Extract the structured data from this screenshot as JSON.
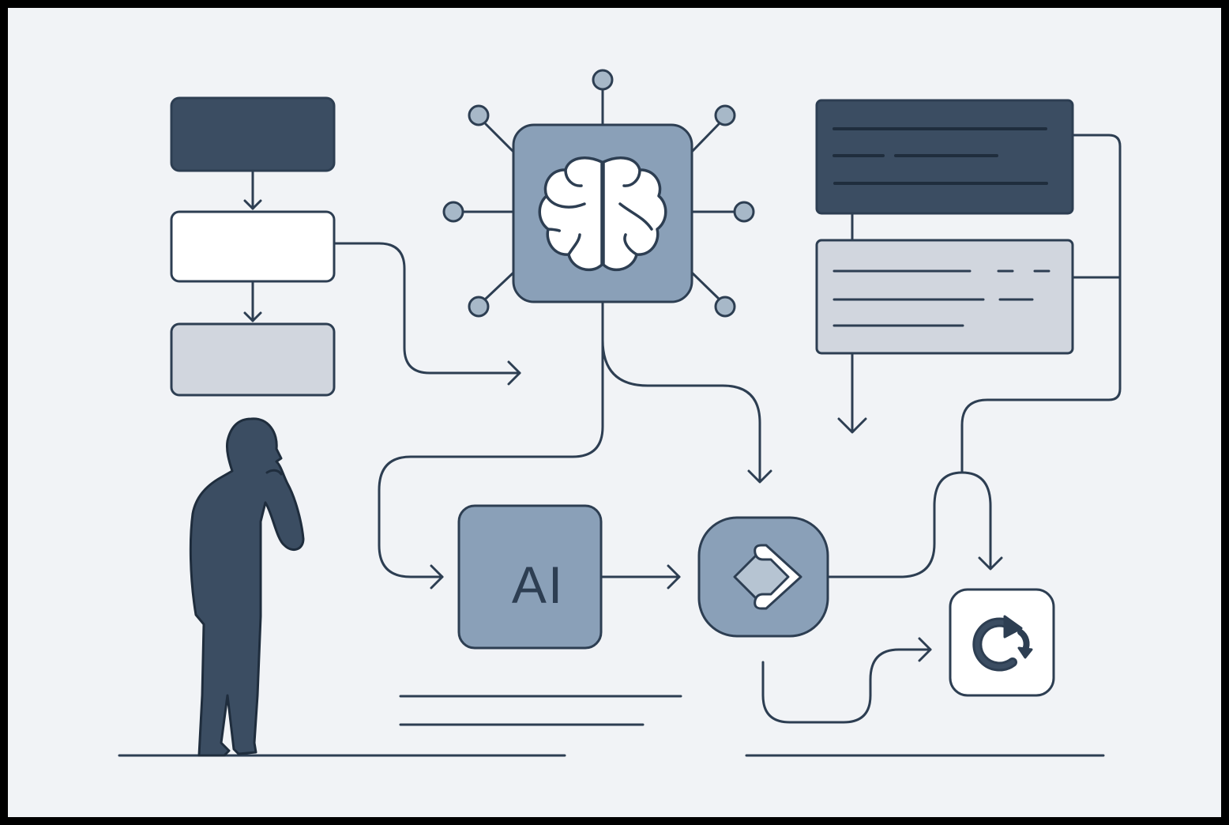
{
  "diagram": {
    "type": "ai-workflow-illustration",
    "colors": {
      "background": "#f1f3f6",
      "frame": "#000000",
      "stroke": "#2d3e52",
      "dark_fill": "#3b4d62",
      "mid_fill": "#8aa0b8",
      "light_fill": "#d1d6de",
      "white_fill": "#ffffff",
      "node_fill": "#a7b8c8"
    },
    "nodes": {
      "flow_box_1": {
        "fill": "dark"
      },
      "flow_box_2": {
        "fill": "white"
      },
      "flow_box_3": {
        "fill": "light"
      },
      "brain_chip": {
        "icon": "brain-icon",
        "fill": "mid",
        "satellite_nodes": 7
      },
      "ai_box": {
        "label": "AI",
        "fill": "mid"
      },
      "decision_box": {
        "icon": "diamond-route-icon",
        "fill": "mid"
      },
      "refresh_box": {
        "icon": "refresh-icon",
        "fill": "white"
      },
      "text_card_dark": {
        "fill": "dark",
        "lines": 3
      },
      "text_card_light": {
        "fill": "light",
        "lines": 3
      }
    },
    "person": {
      "pose": "thinking",
      "icon": "person-silhouette-icon"
    }
  }
}
